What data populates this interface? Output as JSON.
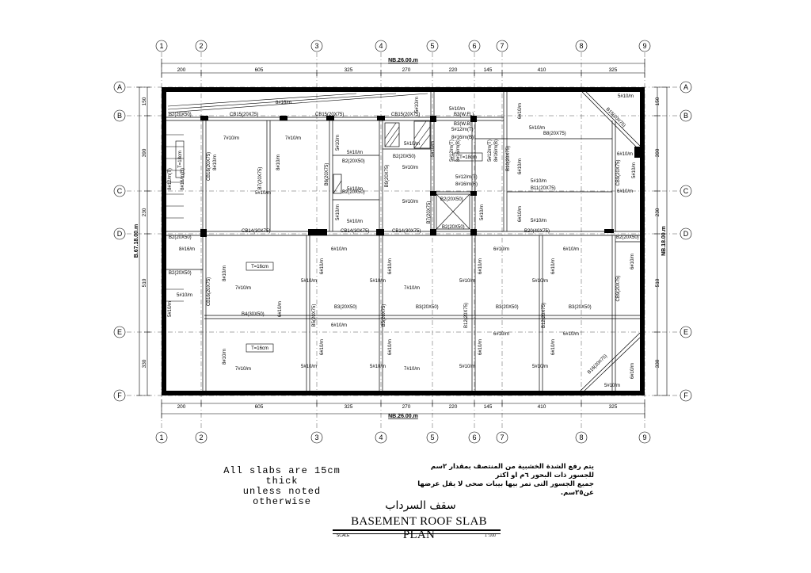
{
  "plan": {
    "grid_numbers": [
      "1",
      "2",
      "3",
      "4",
      "5",
      "6",
      "7",
      "8",
      "9"
    ],
    "grid_letters": [
      "A",
      "B",
      "C",
      "D",
      "E",
      "F"
    ],
    "top_dims": [
      "200",
      "605",
      "325",
      "270",
      "220",
      "145",
      "410",
      "325"
    ],
    "bottom_dims": [
      "200",
      "605",
      "325",
      "270",
      "220",
      "145",
      "410",
      "325"
    ],
    "side_dims": [
      "150",
      "390",
      "230",
      "510",
      "330"
    ],
    "overall_width": "NB.26.00.m",
    "overall_height_left": "B.67.18.00.m",
    "overall_height_right": "NB.18.00.m",
    "beams": {
      "cb15a": "CB15(20X75)",
      "cb15b": "CB15(20X75)",
      "cb15c": "CB15(20X75)",
      "b2_left_top": "B2(20X50)",
      "b2_left_mid": "B2(20X50)",
      "b2_left_low": "B2(20X50)",
      "b2_right": "B2(20X50)",
      "b2_center": "B2(20X50)",
      "b2_stair": "B2(20X50)",
      "b2_stair2": "B2(20X50)",
      "b2_lift_top": "B2(20X50)",
      "b2_lift_bot": "B2(20X50)",
      "cb14a": "CB14(30X75)",
      "cb14b": "CB14(30X75)",
      "cb14c": "CB14(30X75)",
      "b20": "B20(40X75)",
      "b4": "B4(30X50)",
      "b3a": "B3(20X50)",
      "b3b": "B3(20X50)",
      "b3c": "B3(20X50)",
      "b3d": "B3(20X50)",
      "b8": "B8(20X75)",
      "b11": "B11(20X75)",
      "b10": "B10(20X75)",
      "b3wfl": "B3(W.FL)",
      "b3w": "B3(W.B)",
      "cb16_top": "CB16(20X75)",
      "cb16_bot": "CB16(20X75)",
      "cb9_top": "CB9(20X75)",
      "cb9_bot": "CB9(20X75)",
      "b15": "B15(20X75)",
      "b16": "B16(20X75)",
      "b7a": "B7(20X75)",
      "b7b": "B7(20X75)",
      "b6": "B6(20X75)",
      "b9": "B9(20X75)",
      "b5": "B5(20X75)",
      "b12": "B12(20X75)"
    },
    "rebar": {
      "r8_16": "8#16/m",
      "r7_10": "7#10/m",
      "r8_10": "8#10/m",
      "r5_10": "5#10/m",
      "r6_10": "6#10/m",
      "r8_12": "8#12/m(T)",
      "r8_16b": "8#16/m(B)",
      "r5_12": "5#12/m(T)"
    },
    "thickness": {
      "t18": "T=18cm",
      "t16": "T=16cm"
    }
  },
  "notes": {
    "english_line1": "All slabs are 15cm thick",
    "english_line2": "unless noted otherwise",
    "arabic_line1": "يتم رفع الشدة الخشبية من المنتصف بمقدار ٢سم",
    "arabic_line2": "للجسور ذات البحور ٦م او اكثر",
    "arabic_line3": "جميع الجسور التى تمر بيها بيبات صحى لا يقل عرضها عن٢٥سم."
  },
  "title": {
    "arabic": "سقف السرداب",
    "english": "BASEMENT ROOF SLAB PLAN",
    "scale_label": "SCALE",
    "scale_value": "1 :100"
  }
}
